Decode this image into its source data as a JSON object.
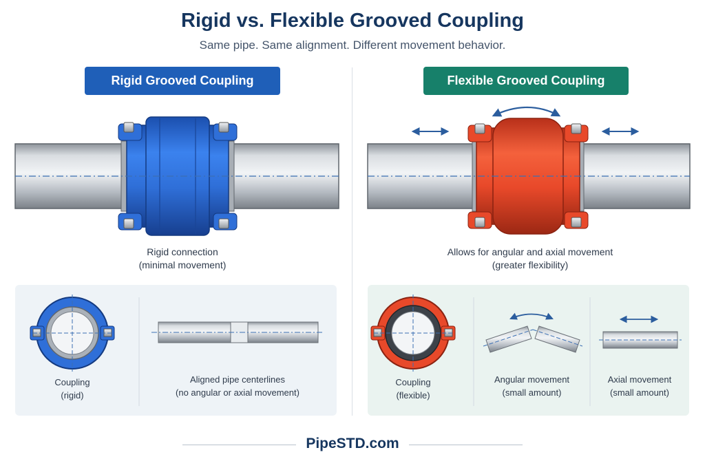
{
  "header": {
    "title": "Rigid vs. Flexible Grooved Coupling",
    "subtitle": "Same pipe. Same alignment. Different movement behavior."
  },
  "colors": {
    "rigid_blue": "#2f6fd8",
    "flexible_orange": "#e8492a",
    "badge_blue": "#1f5fb8",
    "badge_green": "#17806a",
    "pipe_gray": "#b9bec4",
    "title_navy": "#16365f"
  },
  "rigid": {
    "badge": "Rigid Grooved Coupling",
    "caption_line1": "Rigid connection",
    "caption_line2": "(minimal movement)",
    "panel": {
      "coupling_label_line1": "Coupling",
      "coupling_label_line2": "(rigid)",
      "aligned_label_line1": "Aligned pipe centerlines",
      "aligned_label_line2": "(no angular or axial movement)"
    }
  },
  "flexible": {
    "badge": "Flexible Grooved Coupling",
    "caption_line1": "Allows for angular and axial movement",
    "caption_line2": "(greater flexibility)",
    "panel": {
      "coupling_label_line1": "Coupling",
      "coupling_label_line2": "(flexible)",
      "angular_label_line1": "Angular movement",
      "angular_label_line2": "(small amount)",
      "axial_label_line1": "Axial movement",
      "axial_label_line2": "(small amount)"
    }
  },
  "icons": [
    "double-arrow-icon",
    "curved-double-arrow-icon",
    "bolt-nut-icon"
  ],
  "footer": {
    "brand": "PipeSTD.com"
  }
}
